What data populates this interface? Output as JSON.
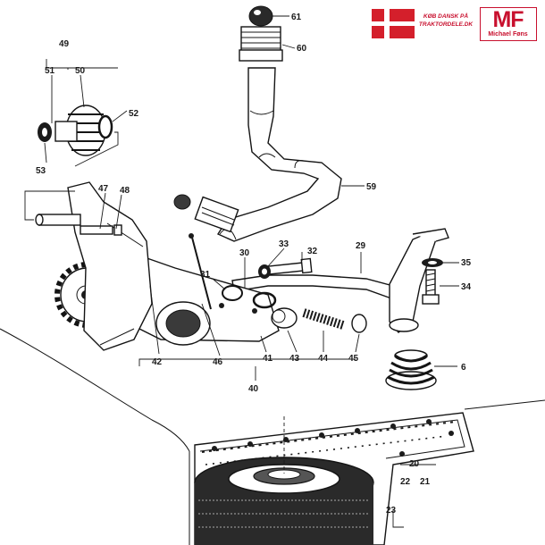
{
  "branding": {
    "flag_colors": {
      "red": "#d41f2b",
      "white": "#ffffff"
    },
    "shop_line1": "KØB DANSK PÅ",
    "shop_line2": "TRAKTORDELE.DK",
    "logo_mark": "MF",
    "logo_name": "Michael Føns",
    "accent_color": "#c8102e"
  },
  "part_numbers": {
    "p6": "6",
    "p20": "20",
    "p21": "21",
    "p22": "22",
    "p23": "23",
    "p29": "29",
    "p30": "30",
    "p31": "31",
    "p32": "32",
    "p33": "33",
    "p34": "34",
    "p35": "35",
    "p40": "40",
    "p41": "41",
    "p42": "42",
    "p43": "43",
    "p44": "44",
    "p45": "45",
    "p46": "46",
    "p47": "47",
    "p48": "48",
    "p49": "49",
    "p50": "50",
    "p51": "51",
    "p52": "52",
    "p53": "53",
    "p59": "59",
    "p60": "60",
    "p61": "61"
  }
}
